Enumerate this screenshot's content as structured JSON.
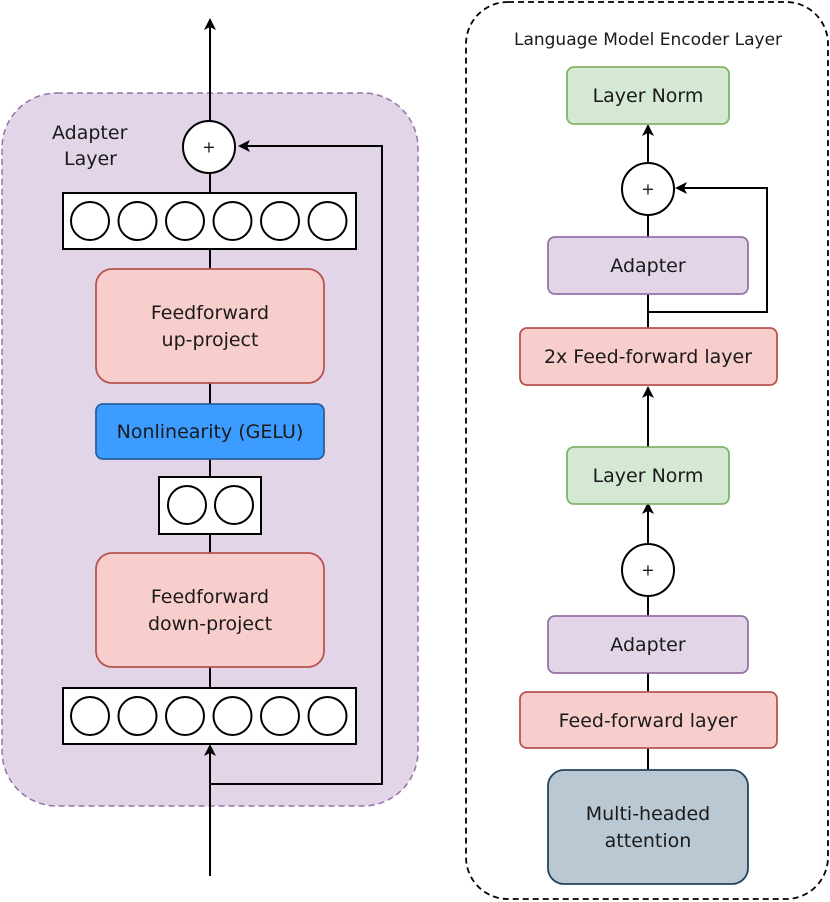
{
  "adapter_layer": {
    "title_line1": "Adapter",
    "title_line2": "Layer",
    "plus_symbol": "+",
    "up_project_line1": "Feedforward",
    "up_project_line2": "up-project",
    "nonlinearity": "Nonlinearity (GELU)",
    "down_project_line1": "Feedforward",
    "down_project_line2": "down-project",
    "wide_neuron_count": 6,
    "narrow_neuron_count": 2
  },
  "encoder_layer": {
    "title": "Language Model Encoder Layer",
    "top_layer_norm": "Layer Norm",
    "top_plus": "+",
    "top_adapter": "Adapter",
    "ff2x": "2x Feed-forward layer",
    "mid_layer_norm": "Layer Norm",
    "bottom_plus": "+",
    "bottom_adapter": "Adapter",
    "ff": "Feed-forward layer",
    "attention_line1": "Multi-headed",
    "attention_line2": "attention"
  },
  "colors": {
    "adapter_panel_fill": "#e1d5e7",
    "adapter_panel_stroke": "#9673a6",
    "feedforward_fill": "#f8cecc",
    "feedforward_stroke": "#b85450",
    "nonlinearity_fill": "#3d9cff",
    "nonlinearity_stroke": "#2a5f9e",
    "layer_norm_fill": "#d5e8d4",
    "layer_norm_stroke": "#82b366",
    "attention_fill": "#bac8d3",
    "attention_stroke": "#23445d"
  }
}
